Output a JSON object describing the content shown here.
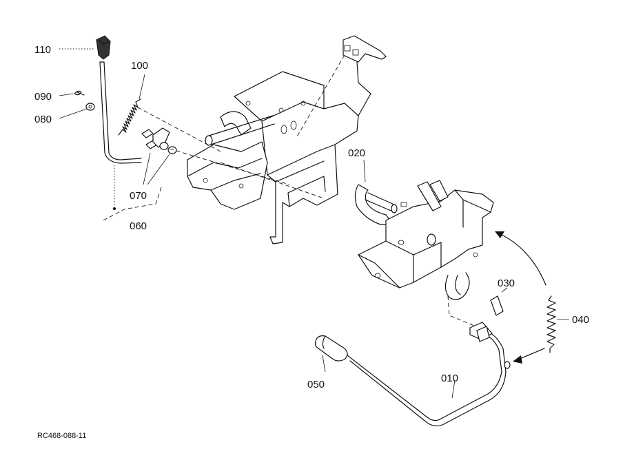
{
  "parts": {
    "p110": "110",
    "p100": "100",
    "p090": "090",
    "p080": "080",
    "p070": "070",
    "p060": "060",
    "p020": "020",
    "p030": "030",
    "p040": "040",
    "p050": "050",
    "p010": "010"
  },
  "figure_code": "RC468-088-11"
}
